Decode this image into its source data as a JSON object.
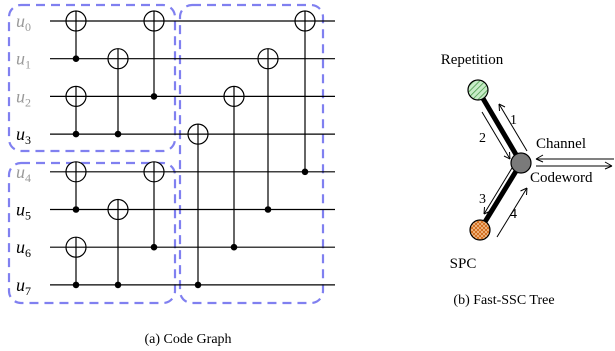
{
  "code_graph": {
    "rows": [
      {
        "label": "u",
        "sub": "0",
        "frozen": true
      },
      {
        "label": "u",
        "sub": "1",
        "frozen": true
      },
      {
        "label": "u",
        "sub": "2",
        "frozen": true
      },
      {
        "label": "u",
        "sub": "3",
        "frozen": false
      },
      {
        "label": "u",
        "sub": "4",
        "frozen": true
      },
      {
        "label": "u",
        "sub": "5",
        "frozen": false
      },
      {
        "label": "u",
        "sub": "6",
        "frozen": false
      },
      {
        "label": "u",
        "sub": "7",
        "frozen": false
      }
    ],
    "xor_gates": [
      {
        "target": 0,
        "control": 1
      },
      {
        "target": 2,
        "control": 3
      },
      {
        "target": 4,
        "control": 5
      },
      {
        "target": 6,
        "control": 7
      },
      {
        "target": 1,
        "control": 3
      },
      {
        "target": 5,
        "control": 7
      },
      {
        "target": 0,
        "control": 2
      },
      {
        "target": 4,
        "control": 6
      },
      {
        "target": 3,
        "control": 7
      },
      {
        "target": 2,
        "control": 6
      },
      {
        "target": 1,
        "control": 5
      },
      {
        "target": 0,
        "control": 4
      }
    ],
    "caption": "(a) Code Graph"
  },
  "tree": {
    "top_leaf_label": "Repetition",
    "bottom_leaf_label": "SPC",
    "channel_label": "Channel",
    "codeword_label": "Codeword",
    "edge_numbers": [
      "1",
      "2",
      "3",
      "4"
    ],
    "caption": "(b) Fast-SSC Tree",
    "colors": {
      "repetition_fill": "#c8ecc8",
      "repetition_hatch": "#4a9a4a",
      "spc_fill": "#f7c89a",
      "spc_hatch": "#d06a1a",
      "root_fill": "#7a7a7a",
      "box_dash": "#8080f0",
      "frozen_text": "#9a9a9a"
    }
  }
}
